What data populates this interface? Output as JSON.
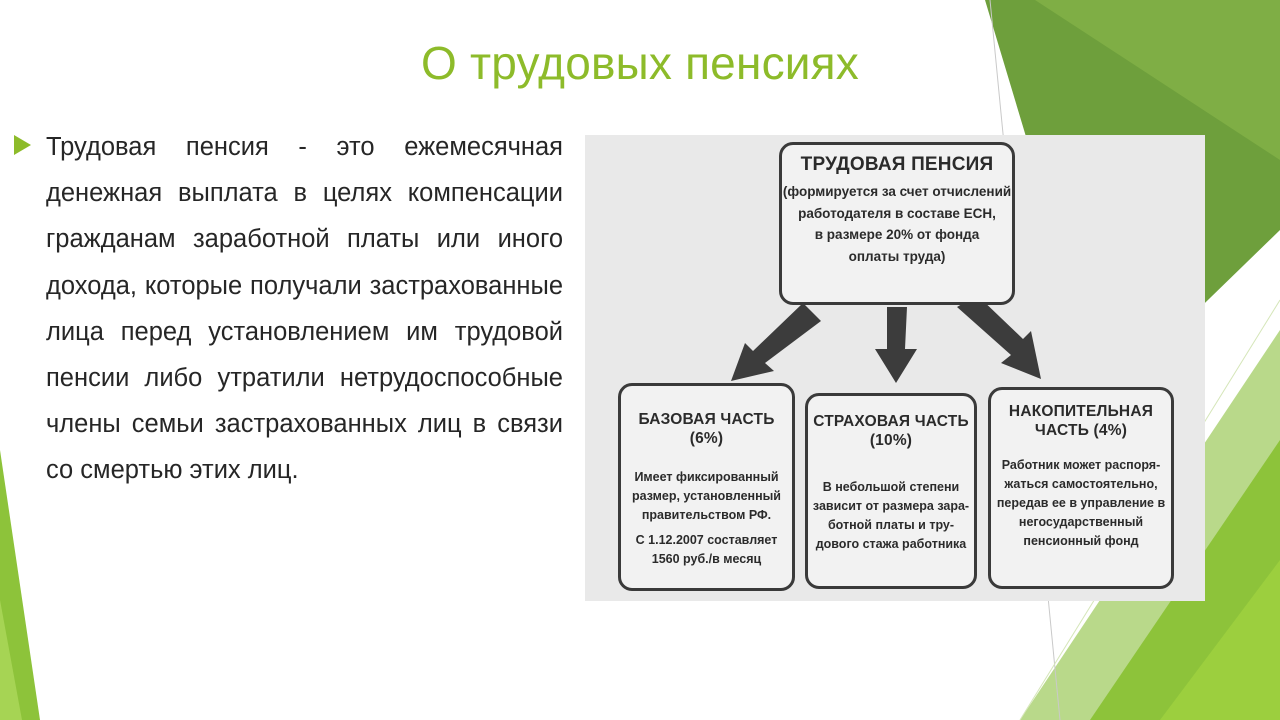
{
  "slide": {
    "title": "О трудовых пенсиях",
    "bullet_text": "Трудовая пенсия - это ежемесячная денежная выплата в целях компенсации гражданам заработной платы или иного дохода, которые получали застрахованные лица перед установлением им трудовой пенсии либо утратили нетрудоспособные члены семьи застрахованных лиц в связи со смертью этих лиц."
  },
  "diagram": {
    "root": {
      "title": "ТРУДОВАЯ ПЕНСИЯ",
      "description": "(формируется за счет отчислений\nработодателя в составе ЕСН,\nв размере 20% от фонда\nоплаты труда)"
    },
    "children": [
      {
        "title": "БАЗОВАЯ ЧАСТЬ (6%)",
        "description": "Имеет фиксированный\nразмер, установленный\nправительством РФ.",
        "note": "С 1.12.2007 составляет\n1560 руб./в месяц"
      },
      {
        "title": "СТРАХОВАЯ ЧАСТЬ\n(10%)",
        "description": "В небольшой степени\nзависит от размера зара-\nботной платы и тру-\nдового стажа работника"
      },
      {
        "title": "НАКОПИТЕЛЬНАЯ\nЧАСТЬ (4%)",
        "description": "Работник может распоря-\nжаться самостоятельно,\nпередав ее в управление в\nнегосударственный\nпенсионный фонд"
      }
    ]
  },
  "colors": {
    "accent": "#8dbb2a",
    "text": "#262626",
    "diagram_background": "#e9e9e9",
    "diagram_border": "#3a3a3a"
  },
  "icons": {
    "bullet": "triangle-bullet-icon",
    "arrows": "down-arrow-icon"
  }
}
